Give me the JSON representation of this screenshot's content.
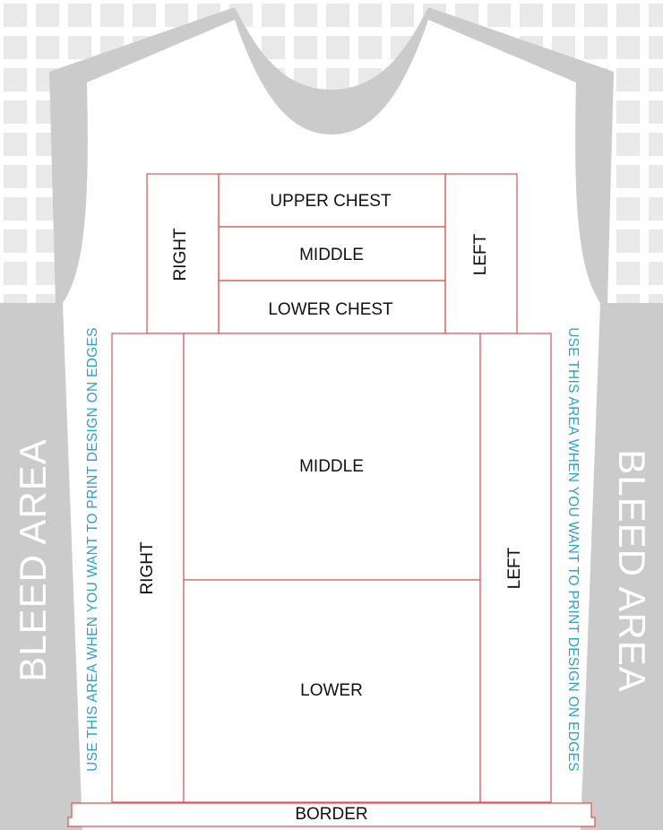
{
  "colors": {
    "bleed_gray": "#cbcbcb",
    "pattern_gray": "#e9e9e9",
    "zone_outline": "#d9534f",
    "note_blue": "#2aa3cc",
    "label_black": "#111111"
  },
  "bleed": {
    "left_label": "BLEED AREA",
    "right_label": "BLEED AREA"
  },
  "edge_note": {
    "left_text": "USE THIS AREA WHEN YOU WANT TO PRINT DESIGN ON EDGES",
    "right_text": "USE THIS AREA WHEN YOU WANT TO PRINT DESIGN ON EDGES"
  },
  "chest_zones": {
    "right": "RIGHT",
    "upper": "UPPER CHEST",
    "middle": "MIDDLE",
    "lower": "LOWER CHEST",
    "left": "LEFT"
  },
  "body_zones": {
    "right": "RIGHT",
    "middle": "MIDDLE",
    "lower": "LOWER",
    "left": "LEFT"
  },
  "border": {
    "label": "BORDER"
  }
}
